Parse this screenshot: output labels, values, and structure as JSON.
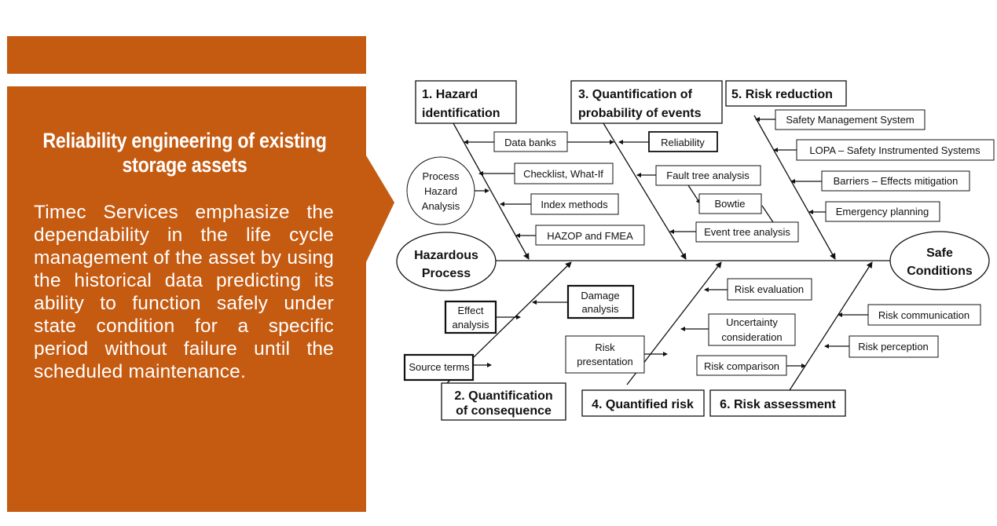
{
  "slide": {
    "title": "Reliability engineering of existing storage assets",
    "body": "Timec Services emphasize the dependability in the life cycle management of the asset by using the historical data predicting its ability to function safely under state condition for a specific period without failure until the scheduled maintenance.",
    "accent_color": "#c55a11"
  },
  "diagram": {
    "start": [
      "Hazardous",
      "Process"
    ],
    "end": [
      "Safe",
      "Conditions"
    ],
    "bones": {
      "b1": [
        "1. Hazard",
        "identification"
      ],
      "b2": [
        "2. Quantification",
        "of consequence"
      ],
      "b3": [
        "3. Quantification of",
        "probability of events"
      ],
      "b4": "4. Quantified risk",
      "b5": "5. Risk reduction",
      "b6": "6. Risk assessment"
    },
    "items": {
      "data_banks": "Data banks",
      "reliability": "Reliability",
      "checklist": "Checklist, What-If",
      "pha": [
        "Process",
        "Hazard",
        "Analysis"
      ],
      "index_methods": "Index methods",
      "hazop": "HAZOP and FMEA",
      "fault_tree": "Fault tree analysis",
      "bowtie": "Bowtie",
      "event_tree": "Event tree analysis",
      "sms": "Safety Management System",
      "lopa": "LOPA – Safety Instrumented Systems",
      "barriers": "Barriers – Effects mitigation",
      "emergency": "Emergency planning",
      "damage": [
        "Damage",
        "analysis"
      ],
      "effect": [
        "Effect",
        "analysis"
      ],
      "source_terms": "Source terms",
      "risk_evaluation": "Risk evaluation",
      "uncertainty": [
        "Uncertainty",
        "consideration"
      ],
      "risk_presentation": [
        "Risk",
        "presentation"
      ],
      "risk_comparison": "Risk comparison",
      "risk_communication": "Risk communication",
      "risk_perception": "Risk perception"
    }
  }
}
